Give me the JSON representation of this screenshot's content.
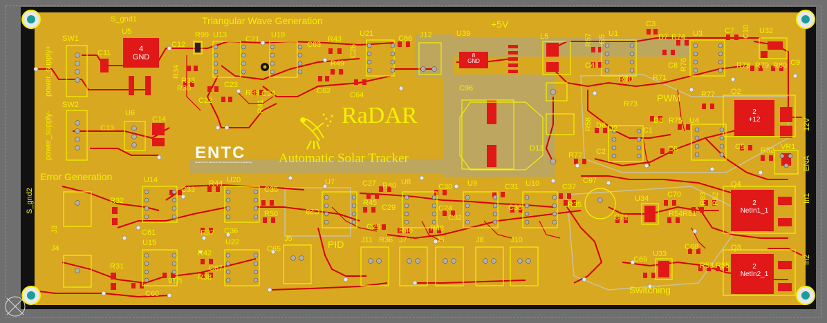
{
  "board": {
    "colors": {
      "background": "#6f6f6f",
      "copper": "#d8a820",
      "trace": "#d40000",
      "silkscreen": "#f4f100",
      "pad": "#a0a0a0",
      "outline": "#111111"
    },
    "icons": [
      "mounting-hole-icon",
      "satellite-dish-logo-icon",
      "entc-logo-icon"
    ]
  },
  "titles": {
    "radar": "RaDAR",
    "subtitle": "Automatic Solar Tracker",
    "entc": "ENTC",
    "entc_tag": "Department of Electronic and Telecommunication Engineering"
  },
  "sections": {
    "triangular": "Triangular Wave Generation",
    "plus5v": "+5V",
    "pwm": "PWM",
    "error": "Error Generation",
    "pid": "PID",
    "switching": "Switching"
  },
  "nets": {
    "s_gnd1": "S_gnd1",
    "s_gnd2": "S_gnd2",
    "supply_plus": "power_supply+",
    "supply_minus": "power_supply-",
    "v12": "12V",
    "ena": "ENA",
    "in1": "In1",
    "in2": "In2"
  },
  "pad_labels": {
    "u5": [
      "4",
      "GND"
    ],
    "u39": [
      "8",
      "GND"
    ],
    "q2": [
      "2",
      "+12"
    ],
    "q4": [
      "2",
      "NetIn1_1"
    ],
    "q3": [
      "2",
      "NetIn2_1"
    ]
  },
  "designators": {
    "SW1": "SW1",
    "SW2": "SW2",
    "U5": "U5",
    "U6": "U6",
    "C11": "C11",
    "C12": "C12",
    "C13": "C13",
    "C14": "C14",
    "R99": "R99",
    "U13": "U13",
    "C21": "C21",
    "U19": "U19",
    "R43": "R43",
    "U21": "U21",
    "C66": "C66",
    "J12": "J12",
    "U39": "U39",
    "L5": "L5",
    "R57": "R57",
    "U1": "U1",
    "C3": "C3",
    "D7": "D7",
    "R74": "R74",
    "U3": "U3",
    "C7": "C7",
    "U32": "U32",
    "C63": "C63",
    "C26": "C26",
    "R49": "R49",
    "C62": "C62",
    "C64": "C64",
    "C96": "C96",
    "D13": "D13",
    "R34": "R34",
    "R33": "R33",
    "R30": "R30",
    "C23": "C23",
    "C22": "C22",
    "C34": "C34",
    "R39": "R39",
    "R41": "R41",
    "C4": "C4",
    "R70": "R70",
    "R71": "R71",
    "C8": "C8",
    "R76": "R76",
    "R78": "R78",
    "R79": "R79",
    "R80": "R80",
    "C9": "C9",
    "C5x": "C5",
    "R73": "R73",
    "R77": "R77",
    "Q2": "Q2",
    "R58": "R58",
    "D6": "D6",
    "U2": "U2",
    "C1": "C1",
    "D8": "D8",
    "R75": "R75",
    "U4": "U4",
    "C5": "C5",
    "R52": "R52",
    "VR1": "VR1",
    "C2": "C2",
    "C6": "C6",
    "R72": "R72",
    "C97": "C97",
    "U14": "U14",
    "C33": "C33",
    "R44": "R44",
    "U20": "U20",
    "C35": "C35",
    "U7": "U7",
    "C27": "C27",
    "R40": "R40",
    "U8": "U8",
    "C30": "C30",
    "U9": "U9",
    "C31": "C31",
    "U10": "U10",
    "C37": "C37",
    "Q4": "Q4",
    "R32": "R32",
    "J3": "J3",
    "C61": "C61",
    "R50": "R50",
    "C28": "C28",
    "R45": "R45",
    "C29": "C29",
    "C24": "C24",
    "C32": "C32",
    "C38": "C38",
    "R35": "R35",
    "U34": "U34",
    "C70": "C70",
    "R83": "R83",
    "R82": "R82",
    "R54": "R54",
    "R81": "R81",
    "C71": "C71",
    "C36": "C36",
    "R37": "R37",
    "C25": "C25",
    "R46": "R46",
    "R48": "R48",
    "U15": "U15",
    "U22": "U22",
    "C65": "C65",
    "J5": "J5",
    "J11": "J11",
    "R36": "R36",
    "J7": "J7",
    "J6": "J6",
    "J8": "J8",
    "J10": "J10",
    "J4": "J4",
    "R31": "R31",
    "R42": "R42",
    "C67": "C67",
    "R38": "R38",
    "C60": "C60",
    "C69": "C69",
    "U33": "U33",
    "C68": "C68",
    "R53": "R53",
    "R55": "R55",
    "Q3": "Q3",
    "U16": "U16",
    "C10": "C10"
  }
}
